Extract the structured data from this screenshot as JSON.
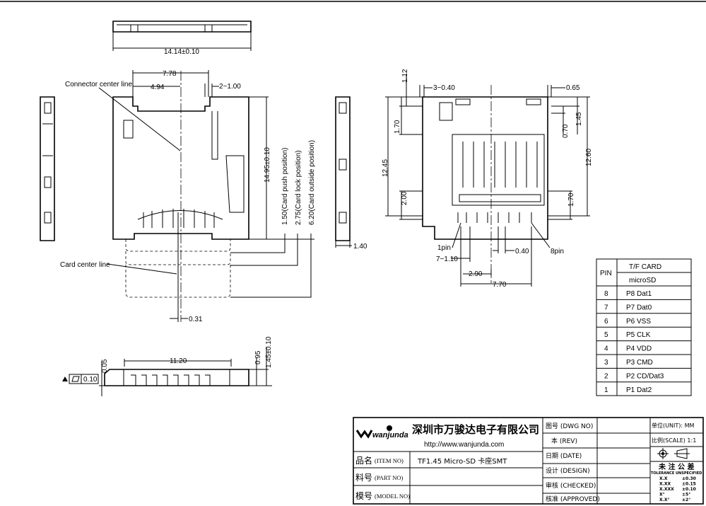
{
  "drawing": {
    "front_view": {
      "width_dim": "14.14±0.10"
    },
    "top_view": {
      "dims": {
        "d778": "7.78",
        "d494": "4.94",
        "d2_100": "2−1.00",
        "d1495": "14.95±0.10",
        "d150": "1.50(Card push position)",
        "d275": "2.75(Card lock position)",
        "d620": "6.20(Card outside position)",
        "d031": "0.31"
      },
      "connector_center_line": "Connector center line",
      "card_center_line": "Card center line"
    },
    "side_view": {
      "d140": "1.40"
    },
    "bottom_view": {
      "d1120": "11.20",
      "d005": "0.05",
      "flatness": "0.10",
      "d095": "0.95",
      "d145": "1.45±0.10"
    },
    "pad_view": {
      "d112": "1.12",
      "d3_040": "3−0.40",
      "d065": "0.65",
      "d170a": "1.70",
      "d1245": "12.45",
      "d200": "2.00",
      "d070": "0.70",
      "d145": "1.45",
      "d1260": "12.60",
      "d170b": "1.70",
      "pin1": "1pin",
      "d7_110": "7−1.10",
      "d040": "0.40",
      "pin8": "8pin",
      "d290": "2.90",
      "d770": "7.70"
    }
  },
  "pin_table": {
    "header_pin": "PIN",
    "header_line1": "T/F CARD",
    "header_line2": "microSD",
    "rows": [
      {
        "pin": "8",
        "name": "P8  Dat1"
      },
      {
        "pin": "7",
        "name": "P7  Dat0"
      },
      {
        "pin": "6",
        "name": "P6  VSS"
      },
      {
        "pin": "5",
        "name": "P5  CLK"
      },
      {
        "pin": "4",
        "name": "P4  VDD"
      },
      {
        "pin": "3",
        "name": "P3  CMD"
      },
      {
        "pin": "2",
        "name": "P2  CD/Dat3"
      },
      {
        "pin": "1",
        "name": "P1  Dat2"
      }
    ]
  },
  "title_block": {
    "logo": "wanjunda",
    "company": "深圳市万骏达电子有限公司",
    "url": "http://www.wanjunda.com",
    "item_label": "品名",
    "item_label_en": "(ITEM NO)",
    "item_value": "TF1.45 Micro-SD 卡座SMT",
    "part_label": "料号",
    "part_label_en": "(PART NO)",
    "model_label": "模号",
    "model_label_en": "(MODEL NO)",
    "dwg_label": "图号 (DWG NO)",
    "rev_label": "本 (REV)",
    "date_label": "日期 (DATE)",
    "design_label": "设计 (DESIGN)",
    "checked_label": "审核 (CHECKED)",
    "approved_label": "核准 (APPROVED)",
    "unit": "单位(UNIT): MM",
    "scale": "比例(SCALE) 1:1",
    "tolerance_title": "未 注 公 差",
    "tolerance_sub": "TOLERANCE UNSPECIFIED",
    "tolerances": [
      {
        "k": "X.X",
        "v": "±0.30"
      },
      {
        "k": "X.XX",
        "v": "±0.15"
      },
      {
        "k": "X.XXX",
        "v": "±0.10"
      },
      {
        "k": "X°",
        "v": "±5°"
      },
      {
        "k": "X.X°",
        "v": "±2°"
      }
    ]
  }
}
